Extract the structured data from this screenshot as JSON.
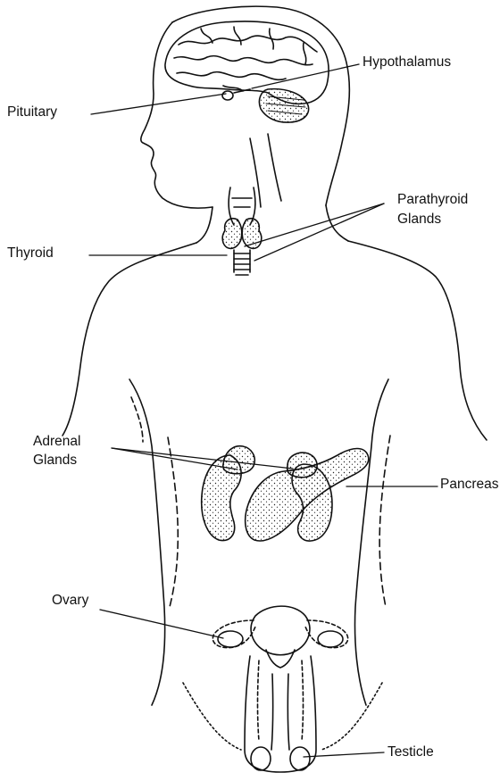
{
  "labels": {
    "hypothalamus": "Hypothalamus",
    "pituitary": "Pituitary",
    "parathyroid_1": "Parathyroid",
    "parathyroid_2": "Glands",
    "thyroid": "Thyroid",
    "adrenal_1": "Adrenal",
    "adrenal_2": "Glands",
    "pancreas": "Pancreas",
    "ovary": "Ovary",
    "testicle": "Testicle"
  },
  "colors": {
    "ink": "#111111",
    "background": "#ffffff"
  }
}
